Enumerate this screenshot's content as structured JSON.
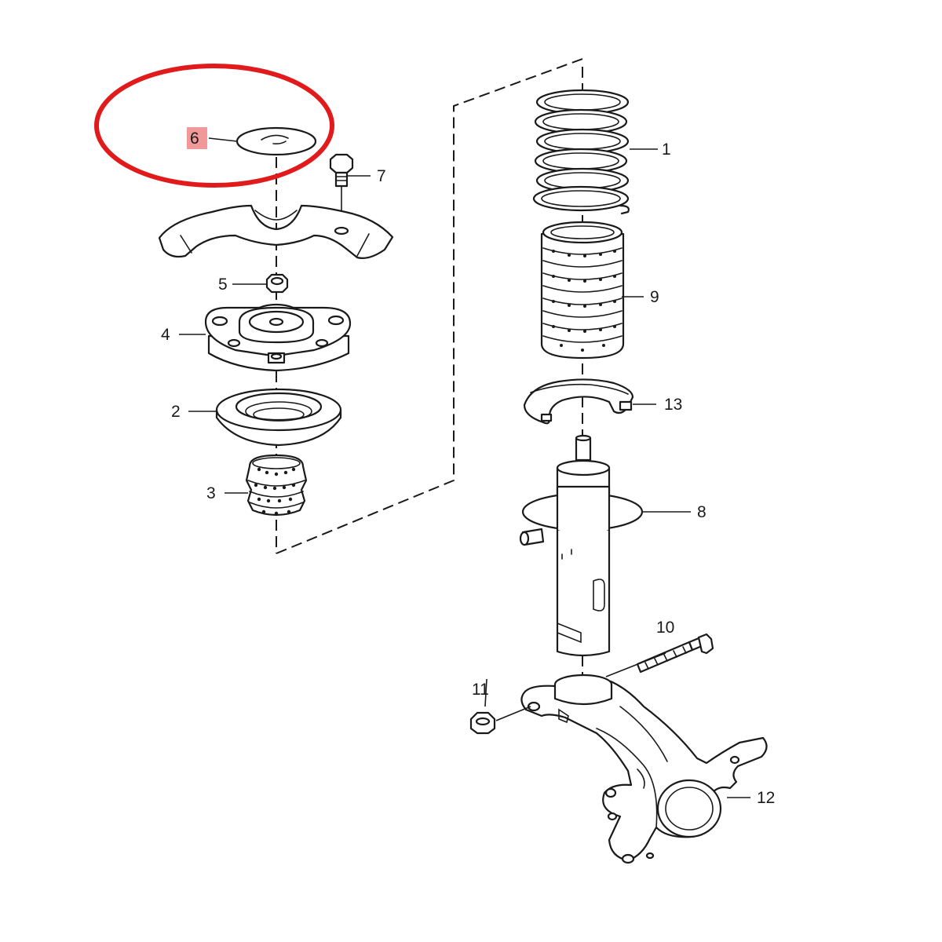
{
  "diagram": {
    "highlight_color": "#e11b1b",
    "highlighted_part": "6",
    "callouts": {
      "c1": "1",
      "c2": "2",
      "c3": "3",
      "c4": "4",
      "c5": "5",
      "c6": "6",
      "c7": "7",
      "c8": "8",
      "c9": "9",
      "c10": "10",
      "c11": "11",
      "c12": "12",
      "c13": "13"
    }
  }
}
